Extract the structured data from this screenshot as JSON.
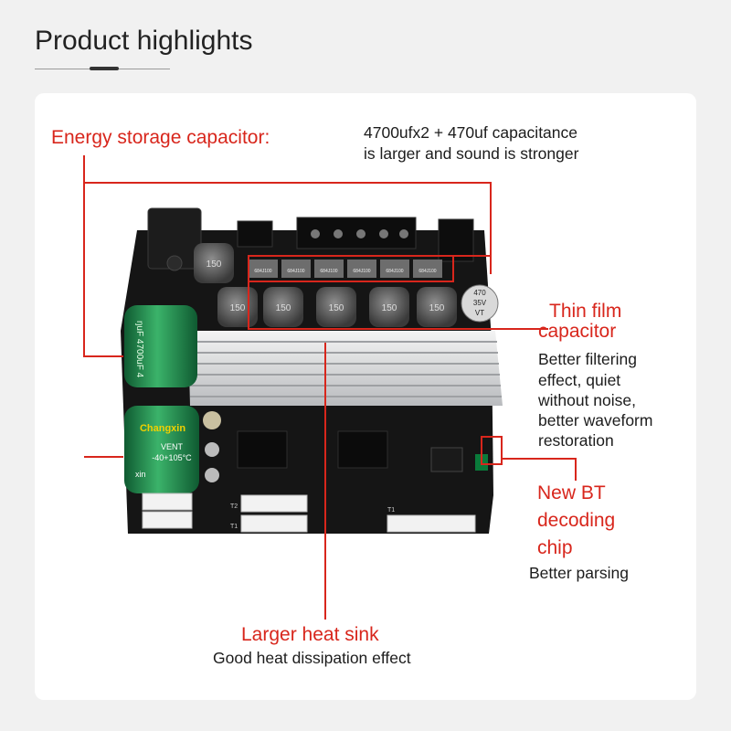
{
  "header": {
    "title": "Product highlights"
  },
  "callouts": {
    "capacitor": {
      "label": "Energy storage capacitor:",
      "desc_line1": "4700ufx2 + 470uf capacitance",
      "desc_line2": "is larger and sound is stronger"
    },
    "film": {
      "label_line1": "Thin film",
      "label_line2": "capacitor",
      "desc_lines": [
        "Better filtering",
        "effect, quiet",
        "without noise,",
        "better waveform",
        "restoration"
      ]
    },
    "bt": {
      "label_lines": [
        "New BT",
        "decoding",
        "chip"
      ],
      "desc": "Better parsing"
    },
    "heatsink": {
      "label": "Larger heat sink",
      "desc": "Good heat dissipation effect"
    }
  },
  "board": {
    "inductor_text": "150",
    "film_cap_text": "684J100",
    "small_cap_lines": [
      "470",
      "35V",
      "VT"
    ],
    "big_cap_side_text": "ŋuF 4700uF 4",
    "big_cap_brand": "Changxin",
    "big_cap_specs": [
      "VENT",
      "-40+105°C"
    ],
    "big_cap_edge_text": "xin",
    "pin_labels": [
      "T1",
      "T2",
      "T1"
    ]
  },
  "colors": {
    "accent_red": "#d8261c",
    "board_black": "#151515",
    "cap_green": "#1e8a4d",
    "heatsink_silver": "#d9dadc"
  }
}
